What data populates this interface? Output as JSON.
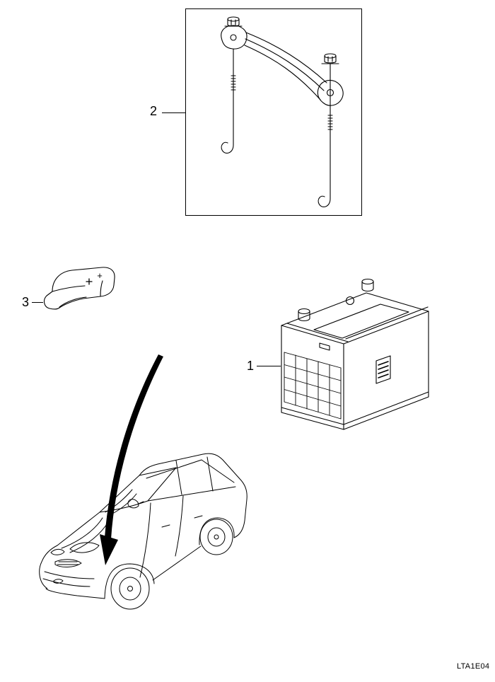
{
  "callouts": {
    "bracket": "2",
    "terminal_cover": "3",
    "battery": "1"
  },
  "cover": {
    "marking": "+"
  },
  "footer": {
    "code": "LTA1E04"
  }
}
